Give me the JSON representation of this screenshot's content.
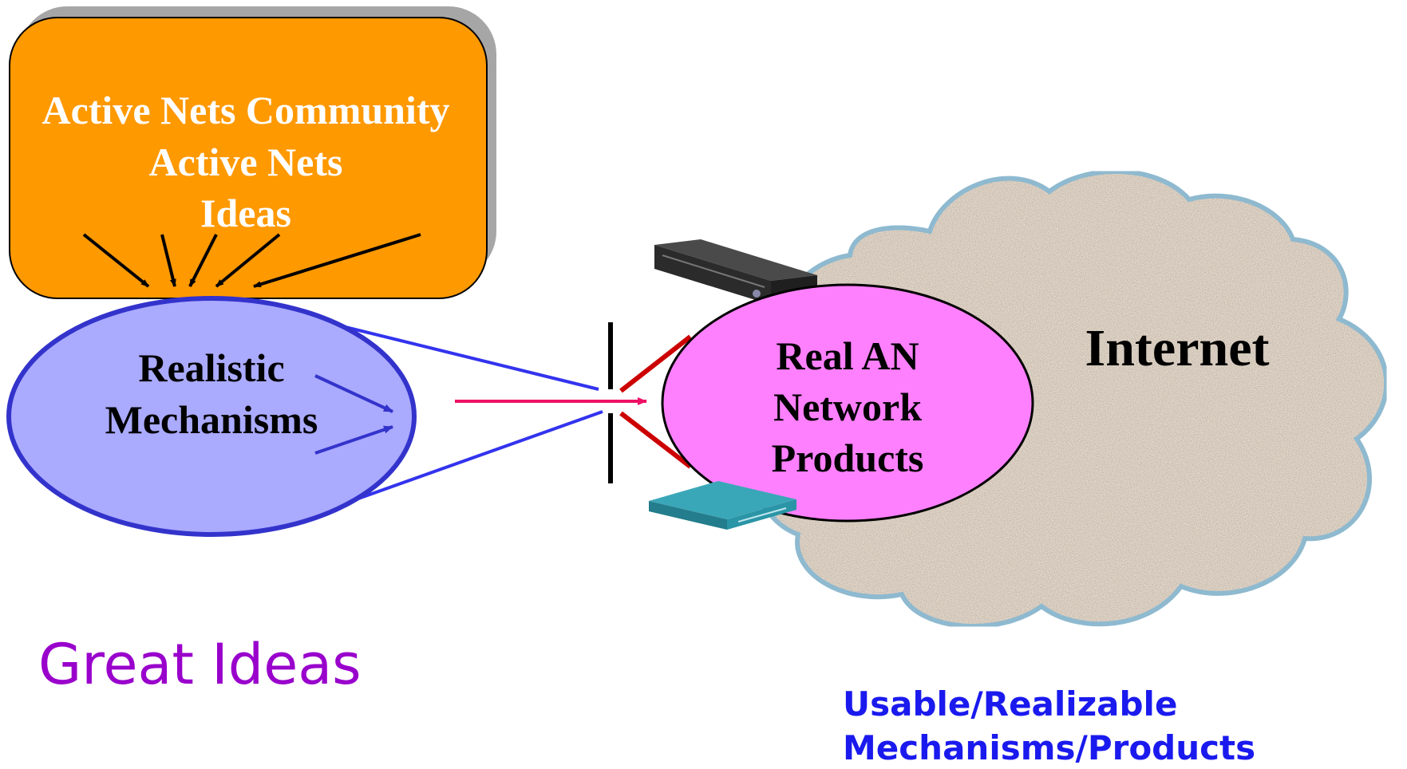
{
  "community_box": {
    "lines": [
      "Active Nets Community",
      "Active Nets",
      "Ideas"
    ]
  },
  "mechanisms": {
    "lines": [
      "Realistic",
      "Mechanisms"
    ]
  },
  "products": {
    "lines": [
      "Real AN",
      "Network",
      "Products"
    ]
  },
  "internet": {
    "label": "Internet"
  },
  "great_ideas": {
    "label": "Great Ideas"
  },
  "usable": {
    "lines": [
      "Usable/Realizable",
      "Mechanisms/Products"
    ]
  },
  "colors": {
    "community_fill": "#ff9900",
    "mechanisms_fill": "#aaaaff",
    "mechanisms_stroke": "#3333cc",
    "products_fill": "#ff80ff",
    "cloud_fill": "#e2d6c8",
    "cloud_stroke": "#7fbfdf",
    "great_ideas_text": "#9900cc",
    "usable_text": "#1a1aee",
    "arrow_pink": "#ee1166",
    "link_red": "#cc0000"
  },
  "icons": {
    "server": "rack-server-icon",
    "switch": "network-switch-icon"
  }
}
